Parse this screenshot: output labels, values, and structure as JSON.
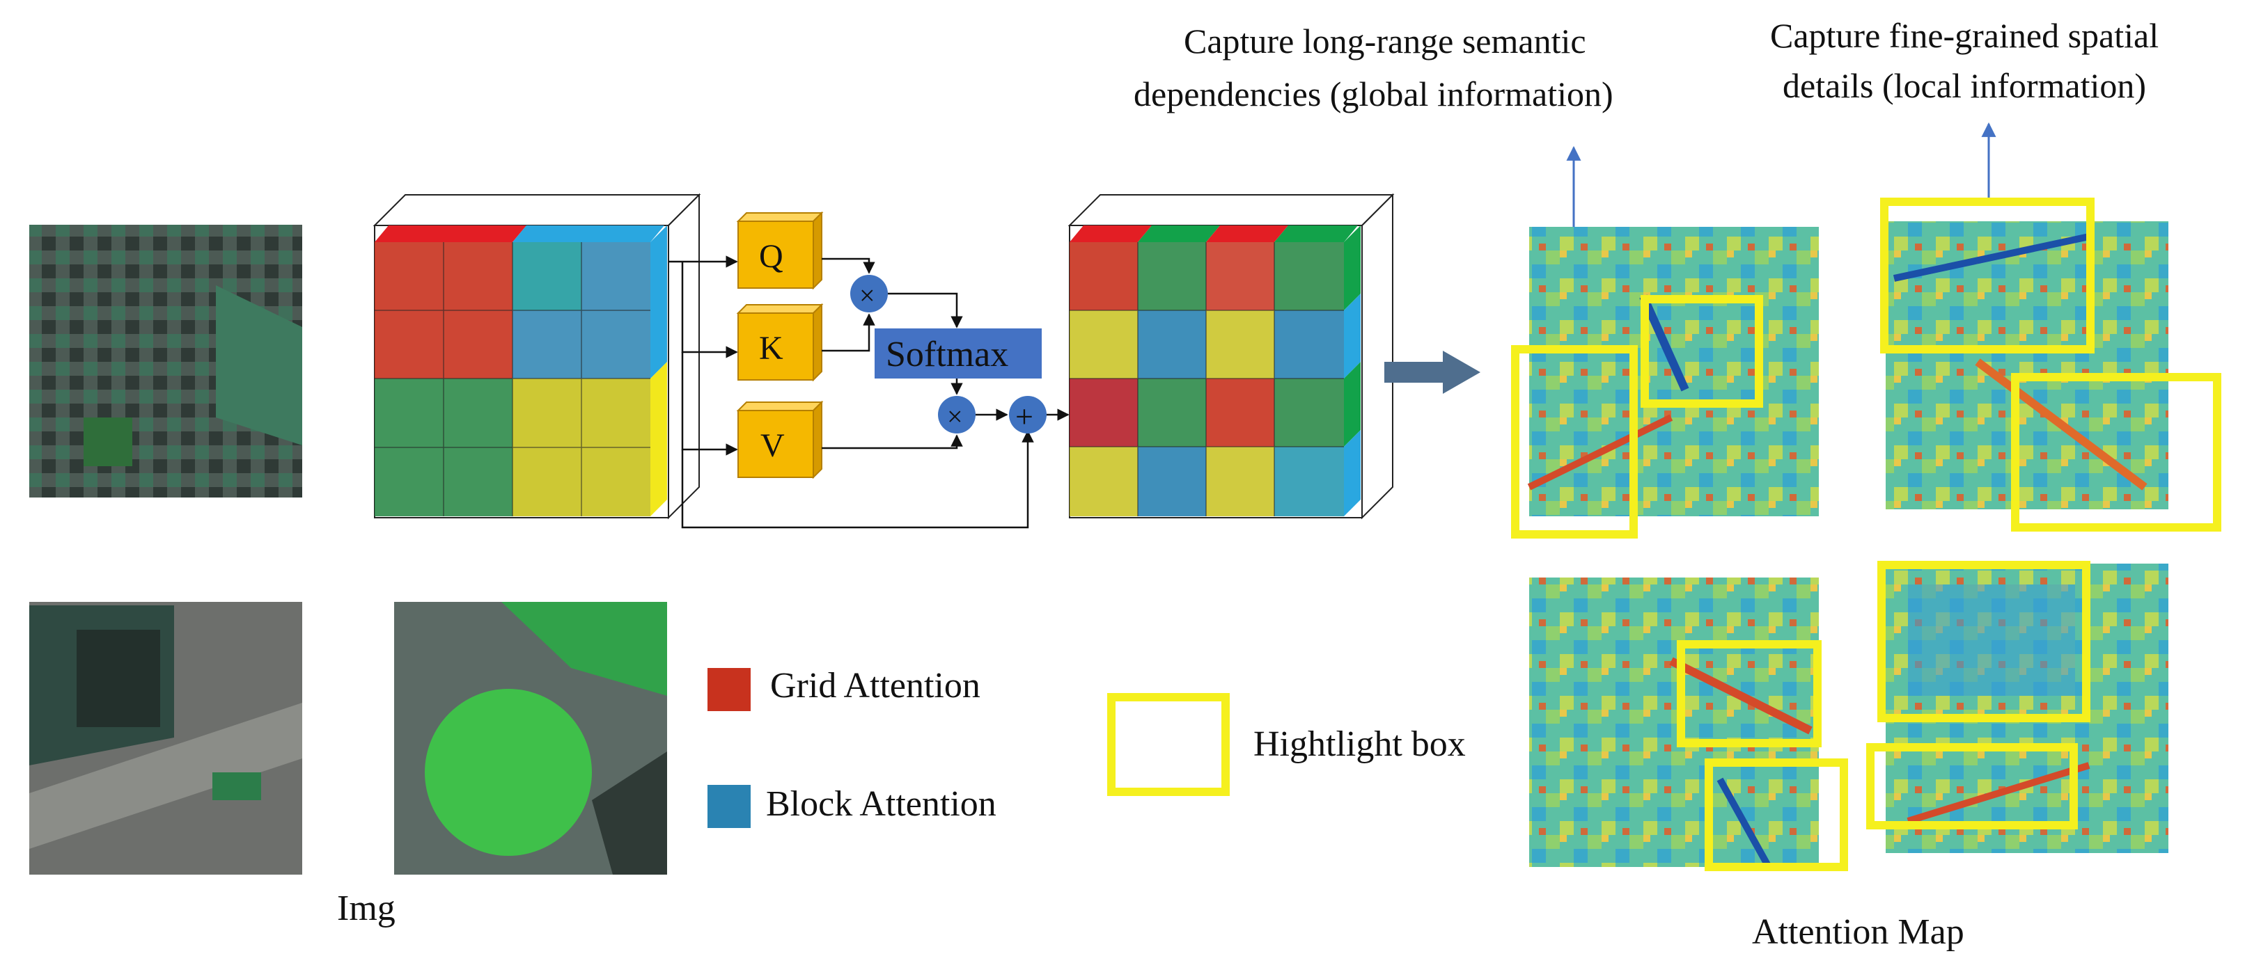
{
  "captions": {
    "global_line1": "Capture long-range semantic",
    "global_line2": "dependencies (global information)",
    "local_line1": "Capture fine-grained spatial",
    "local_line2": "details (local information)"
  },
  "labels": {
    "img": "Img",
    "attention_map": "Attention Map",
    "softmax": "Softmax",
    "q": "Q",
    "k": "K",
    "v": "V",
    "multiply": "×",
    "add": "+"
  },
  "legend": {
    "grid": "Grid Attention",
    "block": "Block Attention",
    "highlight": "Hightlight box"
  },
  "colors": {
    "grid": "#c8321e",
    "block": "#2a83b2",
    "highlight": "#f5f01e",
    "qkv": "#f5b800",
    "op": "#3f72c0",
    "softmax_bg": "#4472c4",
    "arrow_big": "#4f6e8e"
  }
}
